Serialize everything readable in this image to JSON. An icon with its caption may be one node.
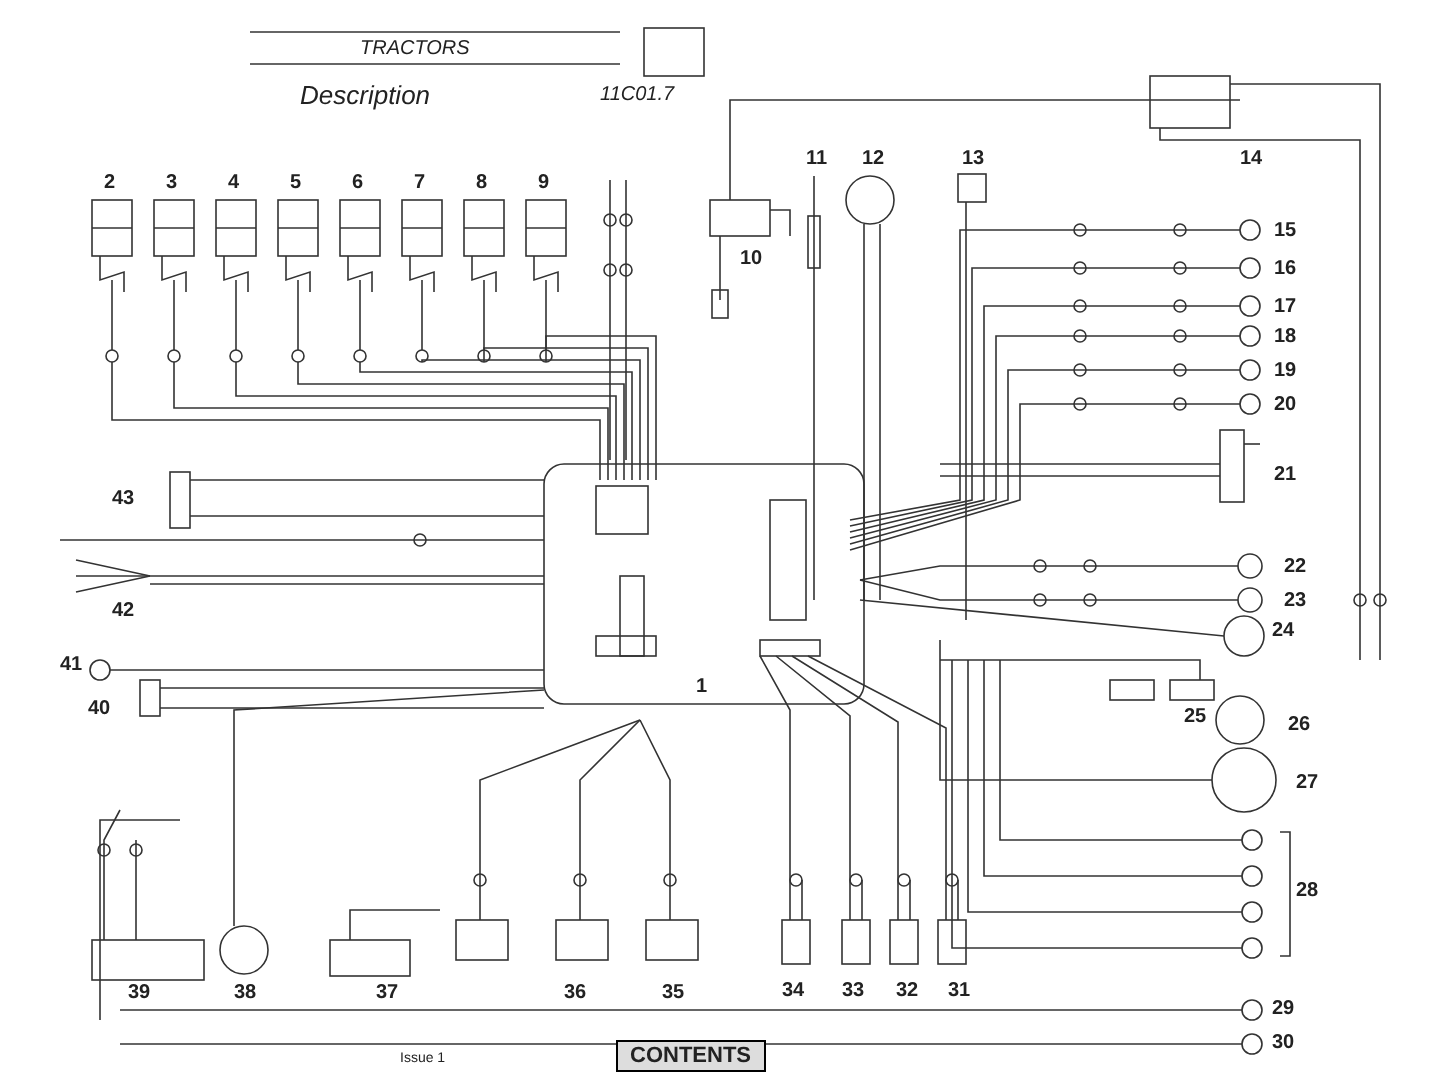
{
  "diagram": {
    "title": "TRACTORS",
    "labels": [
      "Description",
      "11C01.7",
      "14",
      "2",
      "3",
      "4",
      "5",
      "6",
      "7",
      "8",
      "9",
      "11",
      "12",
      "13",
      "10",
      "15",
      "16",
      "17",
      "18",
      "19",
      "20",
      "21",
      "43",
      "42",
      "22",
      "23",
      "24",
      "41",
      "1",
      "25",
      "40",
      "26",
      "27",
      "28",
      "39",
      "38",
      "37",
      "36",
      "35",
      "34",
      "33",
      "32",
      "31",
      "29",
      "30",
      "Issue 1",
      "CONTENTS"
    ]
  }
}
